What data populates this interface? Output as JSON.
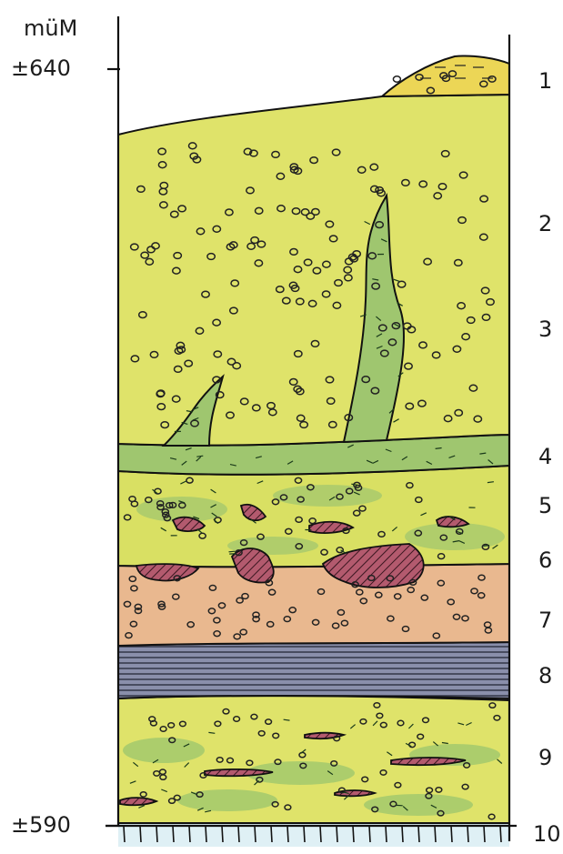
{
  "axis": {
    "unit_label": "müM",
    "top_elevation_label": "±640",
    "bottom_elevation_label": "±590"
  },
  "layers": [
    {
      "number": "1",
      "color": "#e9d24a"
    },
    {
      "number": "2",
      "color": "#dfe36a"
    },
    {
      "number": "3",
      "color": "#dfe36a"
    },
    {
      "number": "4",
      "color": "#9fc66f"
    },
    {
      "number": "5",
      "color": "#cfdc62"
    },
    {
      "number": "6",
      "color": "#a64b5c"
    },
    {
      "number": "7",
      "color": "#e8b48c"
    },
    {
      "number": "8",
      "color": "#7a7f98"
    },
    {
      "number": "9",
      "color": "#d9e06a"
    },
    {
      "number": "10",
      "color": "#cfe6ee"
    }
  ]
}
